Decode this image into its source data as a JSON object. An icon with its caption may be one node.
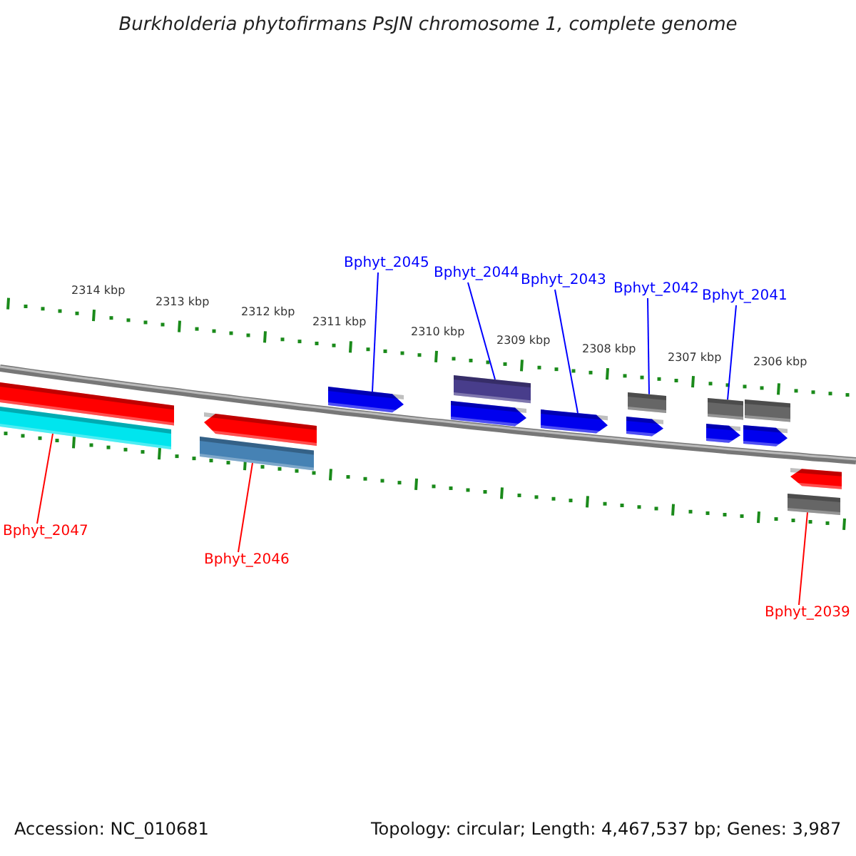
{
  "diagram": {
    "title": "Burkholderia phytofirmans PsJN chromosome 1, complete genome",
    "nodes": [
      {
        "text": [
          "Bphyt_2045"
        ]
      },
      {
        "text": [
          "Bphyt_2044"
        ]
      },
      {
        "text": [
          "Bphyt_2043"
        ]
      },
      {
        "text": [
          "Bphyt_2042"
        ]
      },
      {
        "text": [
          "Bphyt_2041"
        ]
      },
      {
        "text": [
          "Bphyt_2047"
        ]
      },
      {
        "text": [
          "Bphyt_2046"
        ]
      },
      {
        "text": [
          "Bphyt_2039"
        ]
      },
      {
        "text": [],
        "shape": "bar"
      },
      {
        "text": [],
        "shape": "bar"
      },
      {
        "text": [],
        "shape": "arrow"
      },
      {
        "text": [],
        "shape": "bar"
      },
      {
        "text": [],
        "shape": "arrow"
      },
      {
        "text": [],
        "shape": "bar"
      },
      {
        "text": [],
        "shape": "arrow"
      },
      {
        "text": [],
        "shape": "arrow"
      },
      {
        "text": [],
        "shape": "bar"
      },
      {
        "text": [],
        "shape": "arrow"
      },
      {
        "text": [],
        "shape": "bar"
      },
      {
        "text": [],
        "shape": "bar"
      },
      {
        "text": [],
        "shape": "arrow"
      },
      {
        "text": [],
        "shape": "arrow"
      },
      {
        "text": [],
        "shape": "arrow"
      },
      {
        "text": [],
        "shape": "bar"
      }
    ],
    "edges": [
      {
        "from": 0,
        "to": 12,
        "arrow": "none"
      },
      {
        "from": 1,
        "to": 13,
        "arrow": "none"
      },
      {
        "from": 2,
        "to": 15,
        "arrow": "none"
      },
      {
        "from": 3,
        "to": 16,
        "arrow": "none"
      },
      {
        "from": 4,
        "to": 18,
        "arrow": "none"
      },
      {
        "from": 5,
        "to": 9,
        "arrow": "none",
        "color": "#ff0000"
      },
      {
        "from": 6,
        "to": 11,
        "arrow": "none",
        "color": "#ff0000"
      },
      {
        "from": 7,
        "to": 23,
        "arrow": "none",
        "color": "#ff0000"
      }
    ],
    "labels": [
      "2314 kbp",
      "2313 kbp",
      "2312 kbp",
      "2311 kbp",
      "2310 kbp",
      "2309 kbp",
      "2308 kbp",
      "2307 kbp",
      "2306 kbp",
      "Accession: NC_010681",
      "Topology: circular; Length: 4,467,537 bp; Genes: 3,987"
    ]
  }
}
